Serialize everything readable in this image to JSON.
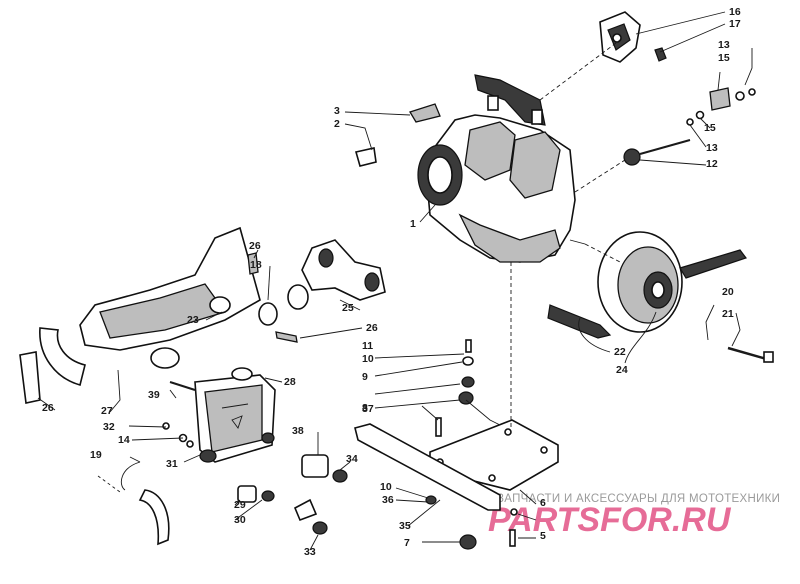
{
  "diagram": {
    "labels": [
      "1",
      "2",
      "3",
      "5",
      "6",
      "7",
      "8",
      "9",
      "10",
      "10",
      "11",
      "12",
      "13",
      "13",
      "14",
      "15",
      "15",
      "16",
      "17",
      "18",
      "19",
      "20",
      "21",
      "22",
      "23",
      "24",
      "25",
      "26",
      "26",
      "26",
      "27",
      "28",
      "29",
      "30",
      "31",
      "32",
      "33",
      "34",
      "35",
      "36",
      "37",
      "38",
      "39"
    ]
  },
  "watermark": {
    "caption": "ЗАПЧАСТИ И АКСЕССУАРЫ ДЛЯ МОТОТЕХНИКИ",
    "brand": "PARTSFOR.RU"
  }
}
